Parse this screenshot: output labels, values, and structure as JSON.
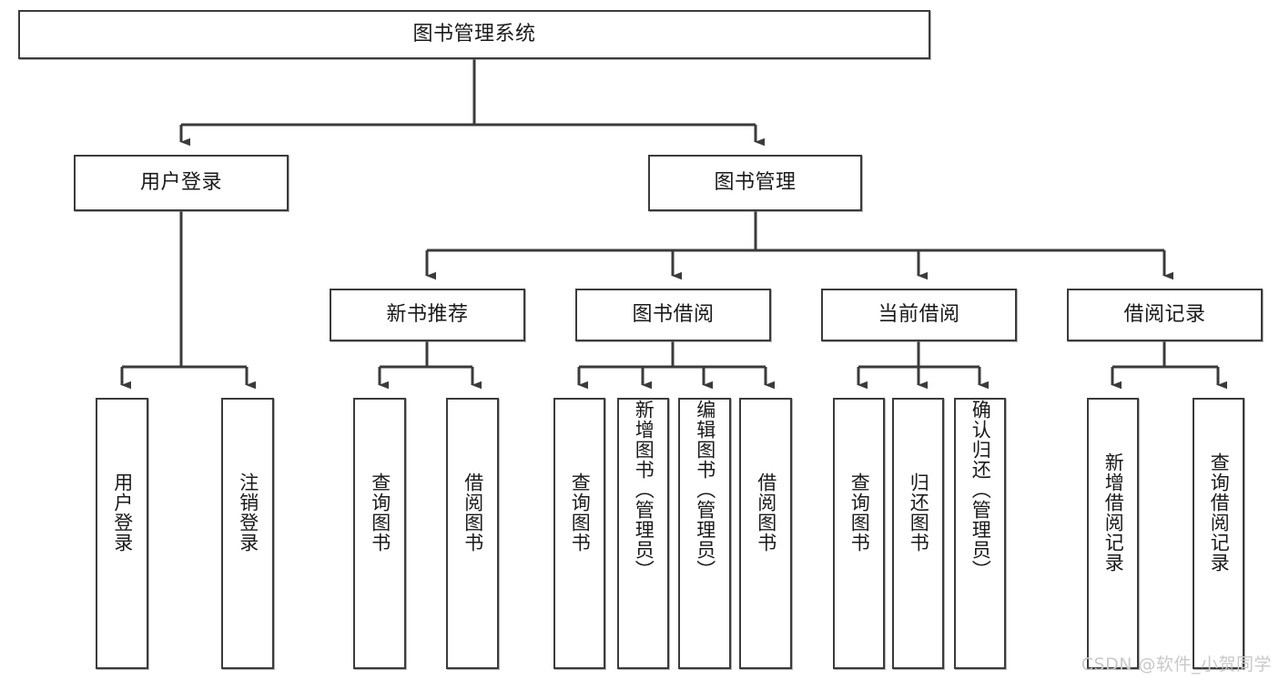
{
  "diagram": {
    "type": "tree-hierarchy",
    "title": "图书管理系统",
    "watermark": "CSDN @软件_小贺同学",
    "colors": {
      "stroke": "#3b3b3b",
      "fill": "#ffffff",
      "text": "#1a1a1a",
      "watermark": "#c9c9c9"
    },
    "nodes": {
      "root": {
        "label": "图书管理系统"
      },
      "level2": [
        {
          "id": "user-login",
          "label": "用户登录"
        },
        {
          "id": "book-manage",
          "label": "图书管理"
        }
      ],
      "level3": [
        {
          "id": "new-book-recommend",
          "label": "新书推荐"
        },
        {
          "id": "book-borrow",
          "label": "图书借阅"
        },
        {
          "id": "current-borrow",
          "label": "当前借阅"
        },
        {
          "id": "borrow-record",
          "label": "借阅记录"
        }
      ],
      "leaves": {
        "user-login": [
          {
            "id": "leaf-user-login",
            "label": "用户登录"
          },
          {
            "id": "leaf-logout",
            "label": "注销登录"
          }
        ],
        "new-book-recommend": [
          {
            "id": "leaf-query-book-1",
            "label": "查询图书"
          },
          {
            "id": "leaf-borrow-book-1",
            "label": "借阅图书"
          }
        ],
        "book-borrow": [
          {
            "id": "leaf-query-book-2",
            "label": "查询图书"
          },
          {
            "id": "leaf-add-book",
            "label": "新增图书（管理员）"
          },
          {
            "id": "leaf-edit-book",
            "label": "编辑图书（管理员）"
          },
          {
            "id": "leaf-borrow-book-2",
            "label": "借阅图书"
          }
        ],
        "current-borrow": [
          {
            "id": "leaf-query-book-3",
            "label": "查询图书"
          },
          {
            "id": "leaf-return-book",
            "label": "归还图书"
          },
          {
            "id": "leaf-confirm-return",
            "label": "确认归还（管理员）"
          }
        ],
        "borrow-record": [
          {
            "id": "leaf-add-record",
            "label": "新增借阅记录"
          },
          {
            "id": "leaf-query-record",
            "label": "查询借阅记录"
          }
        ]
      }
    }
  }
}
